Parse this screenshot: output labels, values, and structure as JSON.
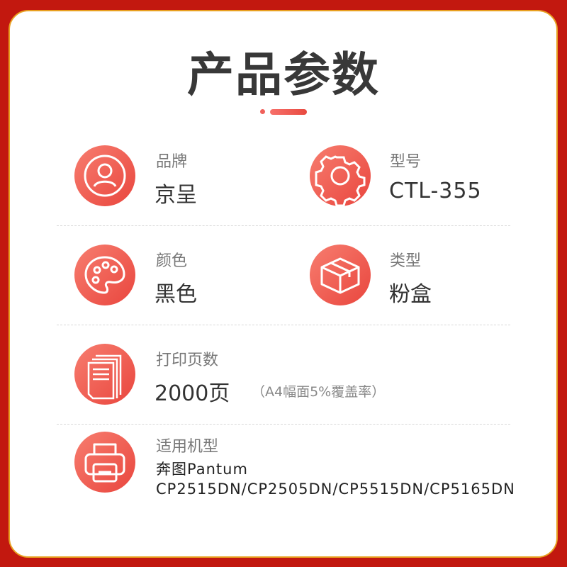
{
  "title": "产品参数",
  "specs": {
    "brand": {
      "label": "品牌",
      "value": "京呈",
      "icon": "user-icon"
    },
    "model": {
      "label": "型号",
      "value": "CTL-355",
      "icon": "gear-icon"
    },
    "color": {
      "label": "颜色",
      "value": "黑色",
      "icon": "palette-icon"
    },
    "type": {
      "label": "类型",
      "value": "粉盒",
      "icon": "box-icon"
    },
    "pages": {
      "label": "打印页数",
      "value": "2000页",
      "note": "（A4幅面5%覆盖率）",
      "icon": "documents-icon"
    },
    "compat": {
      "label": "适用机型",
      "line1": "奔图Pantum",
      "line2": "CP2515DN/CP2505DN/CP5515DN/CP5165DN",
      "icon": "printer-icon"
    }
  },
  "colors": {
    "frame": "#c2180f",
    "accent": "#ef5a50",
    "border": "#e8a020"
  }
}
